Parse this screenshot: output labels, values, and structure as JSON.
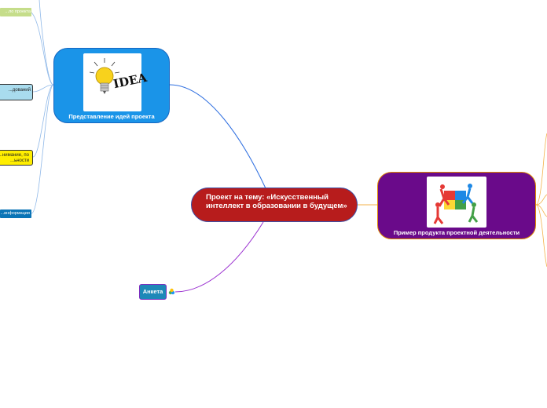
{
  "central": {
    "title": "Проект на тему: «Искусственный интеллект в образовании в будущем»"
  },
  "idea_node": {
    "label": "Представление идей проекта",
    "image_text": "IDEA"
  },
  "product_node": {
    "label": "Пример продукта проектной деятельности"
  },
  "survey_node": {
    "label": "Анкета"
  },
  "left_branches": [
    {
      "text": "...ло проекта",
      "color": "#c5dd8a"
    },
    {
      "text": "...дований",
      "color": "#a9dcee"
    },
    {
      "text": "...нимание, по\n...ьности",
      "color": "#ffee00"
    },
    {
      "text": "...информации",
      "color": "#0a74b6"
    }
  ],
  "colors": {
    "central_fill": "#b71c1c",
    "idea_fill": "#1a94e8",
    "product_fill": "#6a0a8a",
    "survey_fill": "#1e88b8",
    "link_blue": "#2f6fe0",
    "link_purple": "#9a2fd0",
    "link_orange": "#f3b24a"
  }
}
